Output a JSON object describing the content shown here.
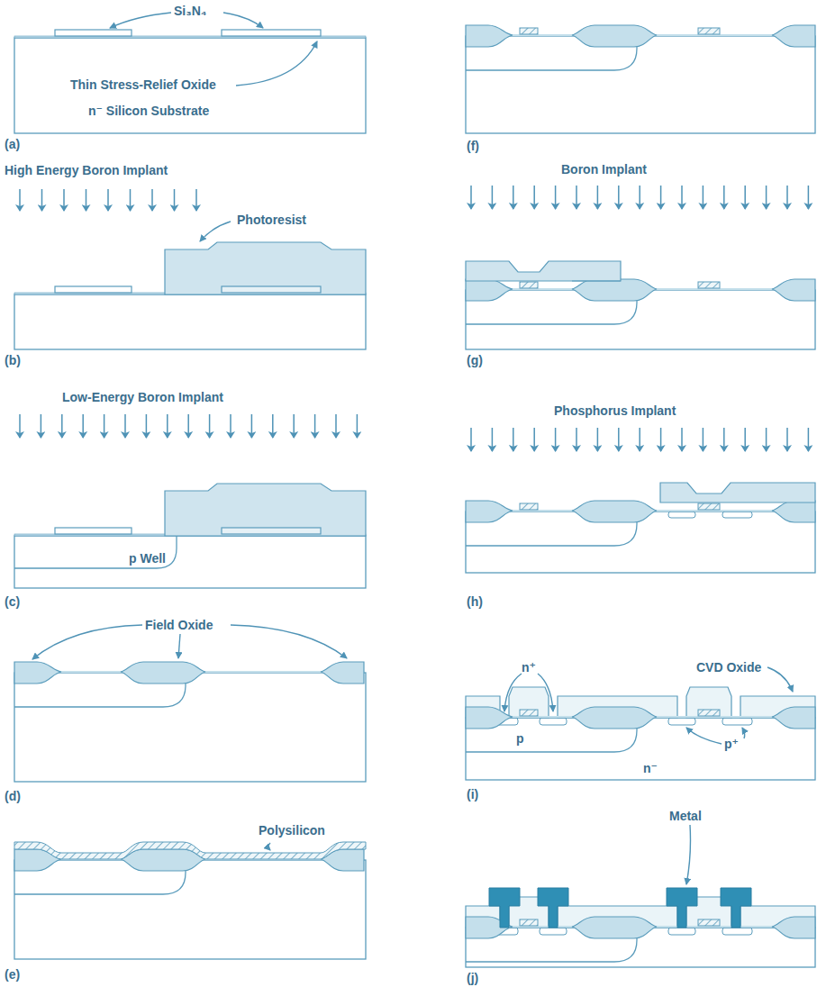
{
  "diagram": {
    "labels": [
      "Si₃N₄",
      "Thin Stress-Relief Oxide",
      "n⁻ Silicon Substrate",
      "(a)",
      "High Energy Boron Implant",
      "Photoresist",
      "(b)",
      "Low-Energy Boron Implant",
      "p Well",
      "(c)",
      "Field Oxide",
      "(d)",
      "Polysilicon",
      "(e)",
      "(f)",
      "Boron Implant",
      "(g)",
      "Phosphorus Implant",
      "(h)",
      "n⁺",
      "CVD Oxide",
      "p",
      "p⁺",
      "n⁻",
      "(i)",
      "Metal",
      "(j)"
    ]
  }
}
